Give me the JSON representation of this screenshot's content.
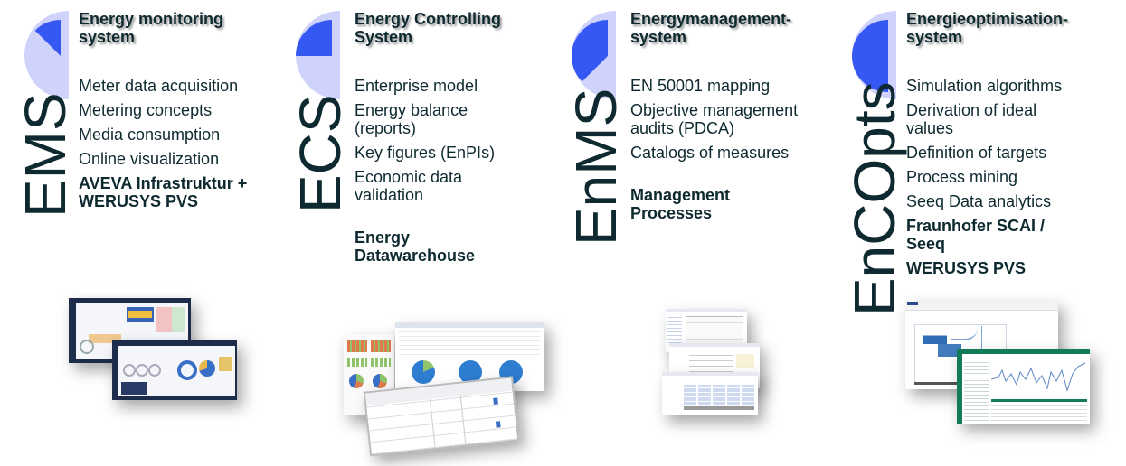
{
  "colors": {
    "text": "#0e2a30",
    "pie_background": "#cfd3fb",
    "pie_wedge": "#3557f2",
    "shadow": "#9a9a9a"
  },
  "columns": [
    {
      "acronym": "EMS",
      "title_line1": "Energy monitoring",
      "title_line2": "system",
      "pie_degrees": 45,
      "items": [
        {
          "text": "Meter data acquisition",
          "bold": false
        },
        {
          "text": "Metering concepts",
          "bold": false
        },
        {
          "text": "Media consumption",
          "bold": false
        },
        {
          "text": "Online visualization",
          "bold": false
        },
        {
          "text": "AVEVA Infrastruktur +\nWERUSYS PVS",
          "bold": true
        }
      ],
      "screenshot": "dark-dashboard-screenshots"
    },
    {
      "acronym": "ECS",
      "title_line1": "Energy Controlling",
      "title_line2": "System",
      "pie_degrees": 90,
      "items": [
        {
          "text": "Enterprise model",
          "bold": false
        },
        {
          "text": "Energy balance\n(reports)",
          "bold": false
        },
        {
          "text": "Key figures (EnPIs)",
          "bold": false
        },
        {
          "text": "Economic data\nvalidation",
          "bold": false
        },
        {
          "text": "Energy\nDatawarehouse",
          "bold": true
        }
      ],
      "screenshot": "report-table-pie-screenshots"
    },
    {
      "acronym": "EnMS",
      "title_line1": "Energymanagement-",
      "title_line2": "system",
      "pie_degrees": 135,
      "items": [
        {
          "text": "EN 50001 mapping",
          "bold": false
        },
        {
          "text": "Objective management\naudits (PDCA)",
          "bold": false
        },
        {
          "text": "Catalogs of measures",
          "bold": false
        },
        {
          "text": "Management\nProcesses",
          "bold": true
        }
      ],
      "screenshot": "management-forms-screenshots"
    },
    {
      "acronym": "EnCOpts",
      "title_line1": "Energieoptimisation-",
      "title_line2": "system",
      "pie_degrees": 180,
      "items": [
        {
          "text": "Simulation algorithms",
          "bold": false
        },
        {
          "text": "Derivation of ideal\nvalues",
          "bold": false
        },
        {
          "text": "Definition of targets",
          "bold": false
        },
        {
          "text": "Process mining",
          "bold": false
        },
        {
          "text": "Seeq Data analytics",
          "bold": false
        },
        {
          "text": "Fraunhofer SCAI /\nSeeq",
          "bold": true
        },
        {
          "text": "WERUSYS PVS",
          "bold": true
        }
      ],
      "screenshot": "analytics-trend-screenshots"
    }
  ]
}
